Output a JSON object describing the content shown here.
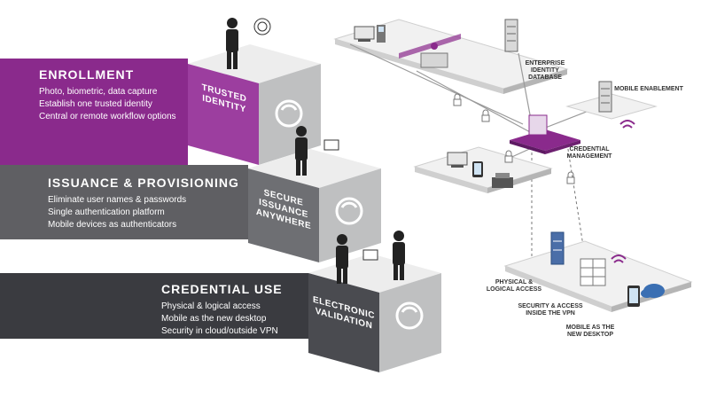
{
  "bands": {
    "enrollment": {
      "title": "ENROLLMENT",
      "lines": [
        "Photo, biometric, data capture",
        "Establish one trusted identity",
        "Central or remote workflow options"
      ],
      "face": [
        "TRUSTED",
        "IDENTITY"
      ]
    },
    "issuance": {
      "title": "ISSUANCE & PROVISIONING",
      "lines": [
        "Eliminate user names & passwords",
        "Single authentication platform",
        "Mobile devices as authenticators"
      ],
      "face": [
        "SECURE",
        "ISSUANCE",
        "ANYWHERE"
      ]
    },
    "credential": {
      "title": "CREDENTIAL USE",
      "lines": [
        "Physical & logical access",
        "Mobile as the new desktop",
        "Security in cloud/outside VPN"
      ],
      "face": [
        "ELECTRONIC",
        "VALIDATION"
      ]
    }
  },
  "labels": {
    "enterprise": [
      "ENTERPRISE",
      "IDENTITY",
      "DATABASE"
    ],
    "mobile_enable": [
      "MOBILE ENABLEMENT"
    ],
    "cred_mgmt": [
      "CREDENTIAL",
      "MANAGEMENT"
    ],
    "phys_logical": [
      "PHYSICAL &",
      "LOGICAL ACCESS"
    ],
    "vpn": [
      "SECURITY & ACCESS",
      "INSIDE THE VPN"
    ],
    "mobile_desktop": [
      "MOBILE AS THE",
      "NEW DESKTOP"
    ]
  },
  "colors": {
    "purple": "#8a2a8c",
    "purple_dark": "#5e1a63",
    "gray_band": "#5f5f63",
    "dark_band": "#3a3b40",
    "cube_top": "#ededed",
    "cube_front": "#bfc0c1",
    "cube_side": "#9fa0a2"
  },
  "icons": [
    "person-icon",
    "fingerprint-icon",
    "id-card-icon",
    "server-icon",
    "computer-icon",
    "tablet-icon",
    "phone-icon",
    "printer-icon",
    "padlock-icon",
    "cloud-icon",
    "wifi-icon",
    "trust-seal-icon"
  ]
}
